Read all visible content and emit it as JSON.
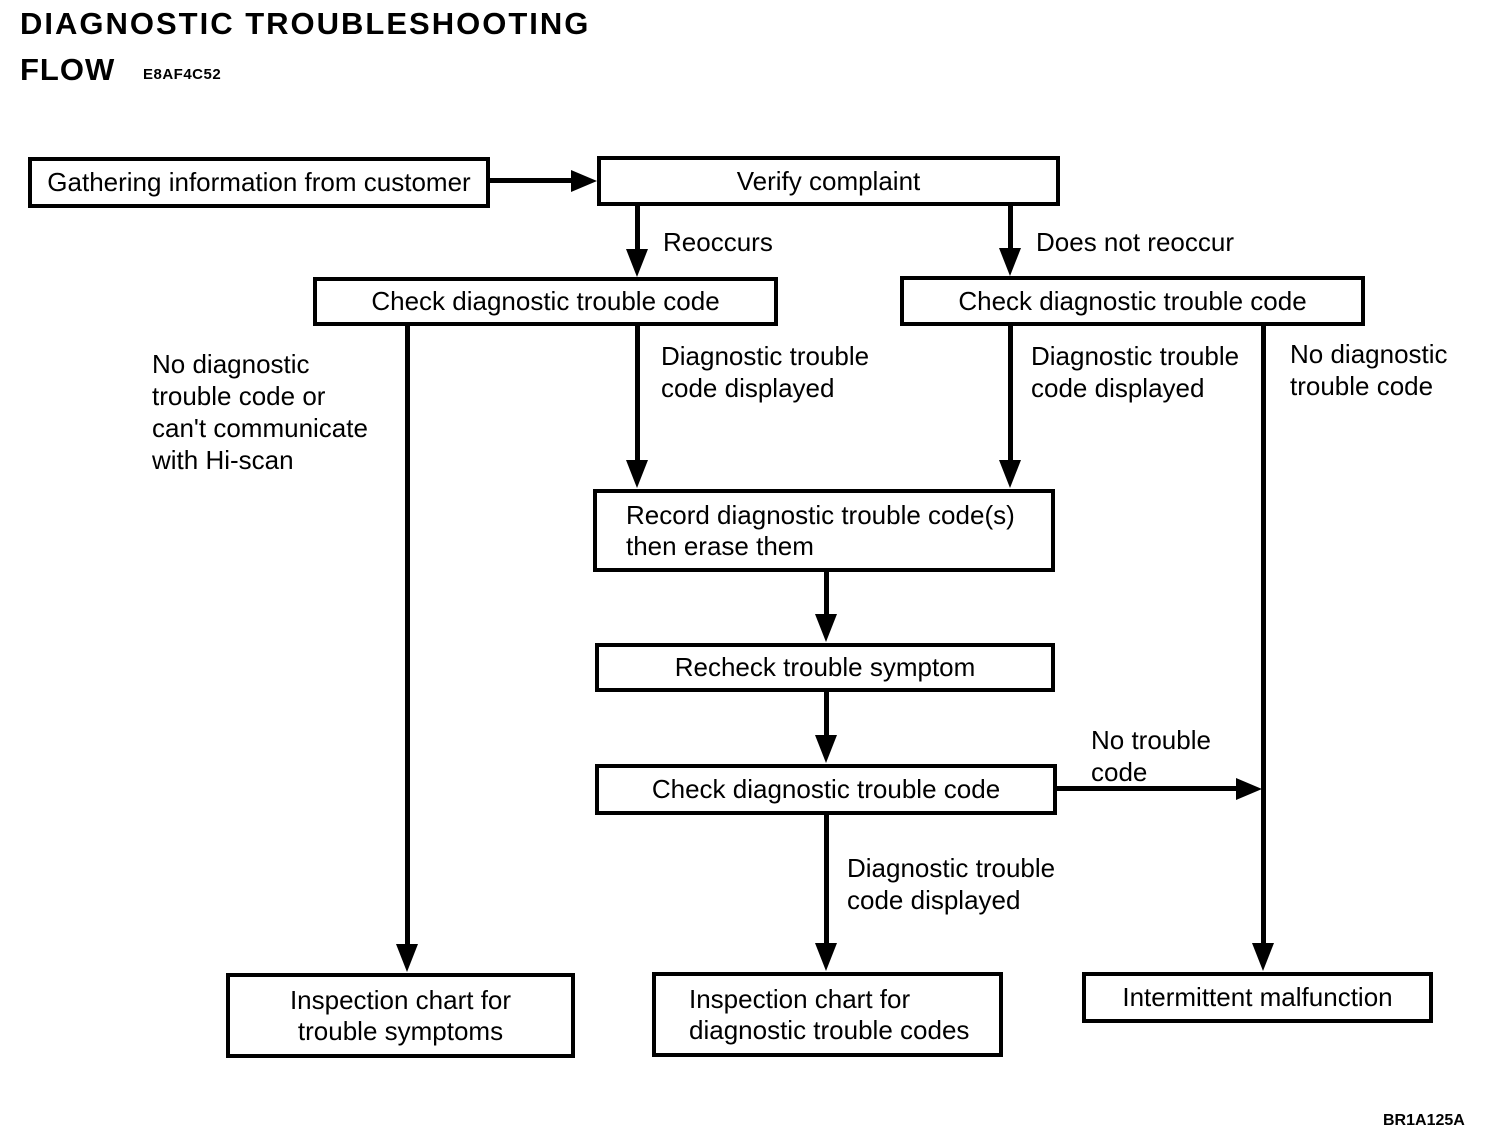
{
  "page": {
    "title_line1": "DIAGNOSTIC TROUBLESHOOTING",
    "title_line2": "FLOW",
    "title_code": "E8AF4C52",
    "footer_code": "BR1A125A"
  },
  "colors": {
    "ink": "#000000",
    "paper": "#ffffff"
  },
  "nodes": {
    "gathering": "Gathering information from customer",
    "verify": "Verify complaint",
    "check_left": "Check diagnostic trouble code",
    "check_right": "Check diagnostic trouble code",
    "record_line1": "Record diagnostic trouble code(s)",
    "record_line2": "then erase them",
    "recheck": "Recheck trouble symptom",
    "check_bottom": "Check diagnostic trouble code",
    "inspection_symptoms_line1": "Inspection chart for",
    "inspection_symptoms_line2": "trouble symptoms",
    "inspection_codes_line1": "Inspection chart for",
    "inspection_codes_line2": "diagnostic trouble codes",
    "intermittent": "Intermittent malfunction"
  },
  "edge_labels": {
    "reoccurs": "Reoccurs",
    "does_not_reoccur": "Does not reoccur",
    "no_dtc_left_line1": "No diagnostic",
    "no_dtc_left_line2": "trouble code or",
    "no_dtc_left_line3": "can't communicate",
    "no_dtc_left_line4": "with  Hi-scan",
    "dtc_displayed_left_line1": "Diagnostic trouble",
    "dtc_displayed_left_line2": "code displayed",
    "dtc_displayed_right_line1": "Diagnostic trouble",
    "dtc_displayed_right_line2": "code displayed",
    "no_dtc_right_line1": "No diagnostic",
    "no_dtc_right_line2": "trouble code",
    "no_trouble_code_line1": "No trouble",
    "no_trouble_code_line2": "code",
    "dtc_displayed_bottom_line1": "Diagnostic trouble",
    "dtc_displayed_bottom_line2": "code displayed"
  }
}
